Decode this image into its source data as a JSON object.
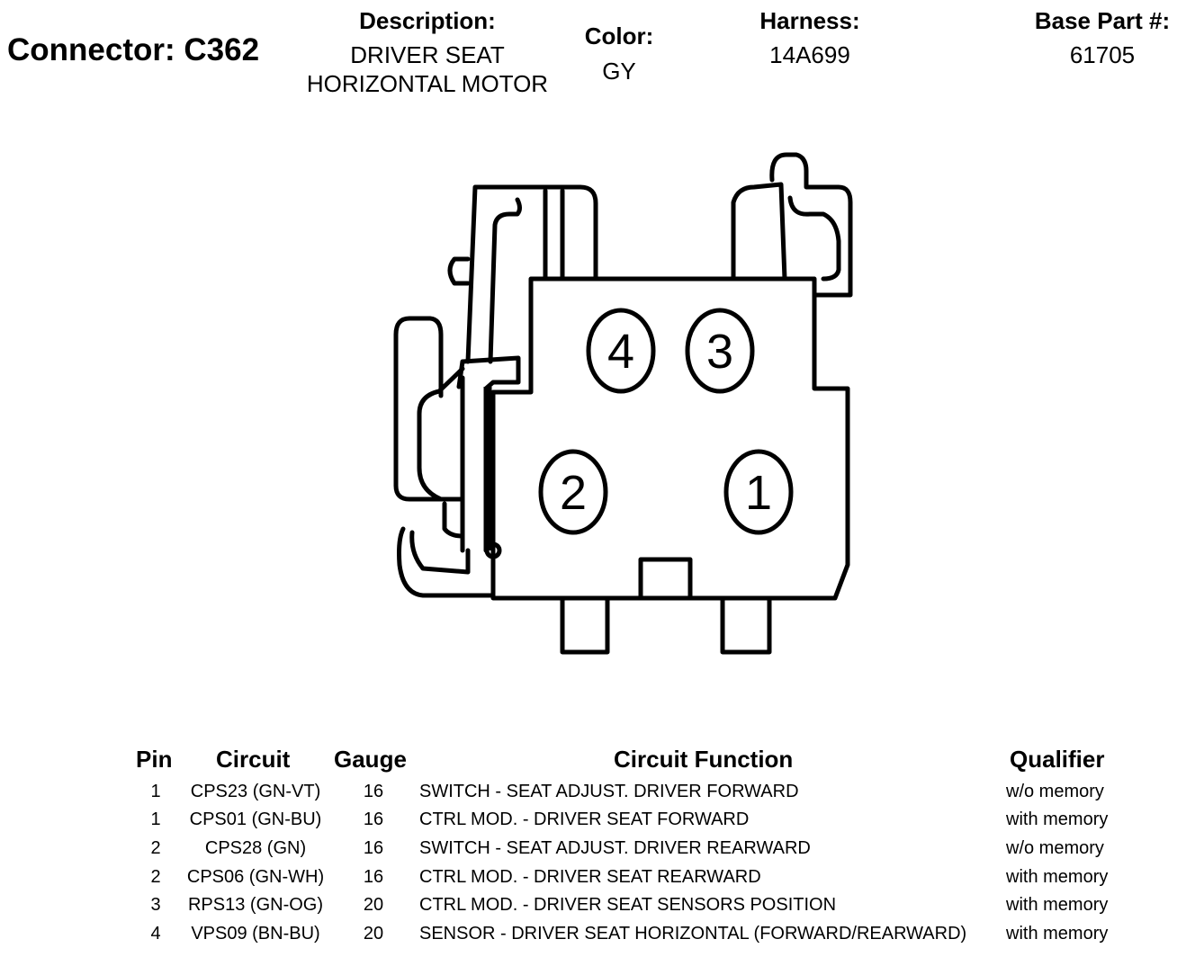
{
  "header": {
    "connector_title": "Connector: C362",
    "description_label": "Description:",
    "description_line1": "DRIVER SEAT",
    "description_line2": "HORIZONTAL MOTOR",
    "color_label": "Color:",
    "color_value": "GY",
    "harness_label": "Harness:",
    "harness_value": "14A699",
    "base_part_label": "Base Part #:",
    "base_part_value": "61705"
  },
  "connector": {
    "pins": [
      {
        "label": "4"
      },
      {
        "label": "3"
      },
      {
        "label": "2"
      },
      {
        "label": "1"
      }
    ]
  },
  "table": {
    "headers": {
      "pin": "Pin",
      "circuit": "Circuit",
      "gauge": "Gauge",
      "function": "Circuit Function",
      "qualifier": "Qualifier"
    },
    "rows": [
      {
        "pin": "1",
        "circuit": "CPS23 (GN-VT)",
        "gauge": "16",
        "function": "SWITCH - SEAT ADJUST. DRIVER FORWARD",
        "qualifier": "w/o memory"
      },
      {
        "pin": "1",
        "circuit": "CPS01 (GN-BU)",
        "gauge": "16",
        "function": "CTRL MOD. - DRIVER SEAT FORWARD",
        "qualifier": "with memory"
      },
      {
        "pin": "2",
        "circuit": "CPS28 (GN)",
        "gauge": "16",
        "function": "SWITCH - SEAT ADJUST. DRIVER REARWARD",
        "qualifier": "w/o memory"
      },
      {
        "pin": "2",
        "circuit": "CPS06 (GN-WH)",
        "gauge": "16",
        "function": "CTRL MOD. - DRIVER SEAT REARWARD",
        "qualifier": "with memory"
      },
      {
        "pin": "3",
        "circuit": "RPS13 (GN-OG)",
        "gauge": "20",
        "function": "CTRL MOD. - DRIVER SEAT SENSORS POSITION",
        "qualifier": "with memory"
      },
      {
        "pin": "4",
        "circuit": "VPS09 (BN-BU)",
        "gauge": "20",
        "function": "SENSOR - DRIVER SEAT HORIZONTAL (FORWARD/REARWARD)",
        "qualifier": "with memory"
      }
    ]
  }
}
